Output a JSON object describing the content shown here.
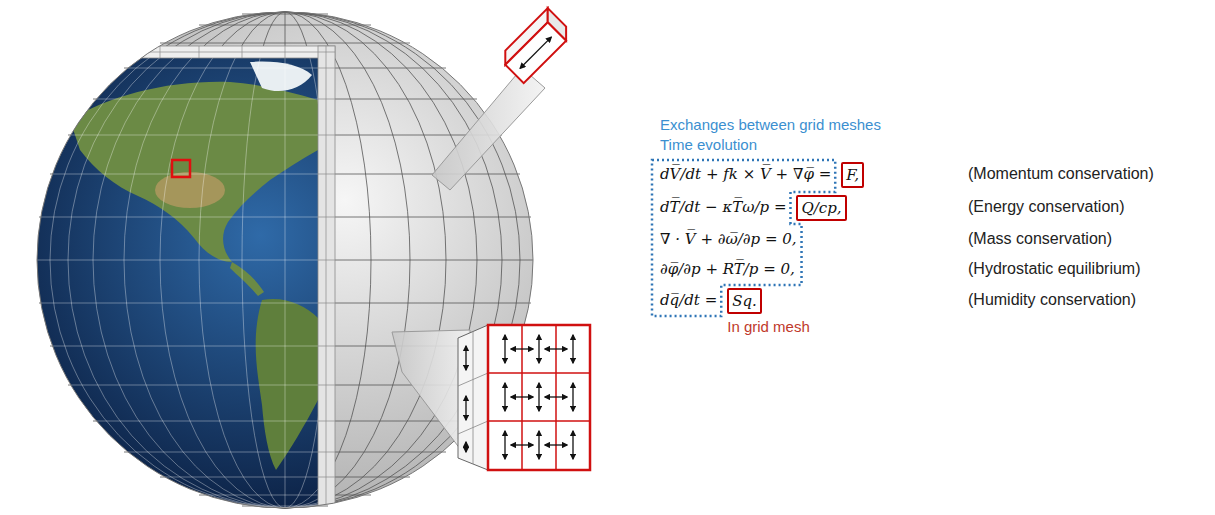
{
  "diagram": {
    "nodes": [
      {
        "text": [
          "Exchanges between grid meshes",
          "Time evolution",
          "dV̅/dt + fk × V̅ + ∇φ̅ =",
          "dT̅/dt − κT̅ω/p =",
          "∇ · V̅ + ∂ω̅/∂p = 0,",
          "∂φ̅/∂p + RT̅/p = 0,",
          "dq̅/dt ="
        ]
      },
      {
        "text": [
          "F,"
        ]
      },
      {
        "text": [
          "Q/cp,"
        ]
      },
      {
        "text": [
          "Sq."
        ]
      }
    ],
    "labels": [
      "In grid mesh",
      "(Momentum conservation)",
      "(Energy conservation)",
      "(Mass conservation)",
      "(Hydrostatic equilibrium)",
      "(Humidity conservation)"
    ]
  }
}
